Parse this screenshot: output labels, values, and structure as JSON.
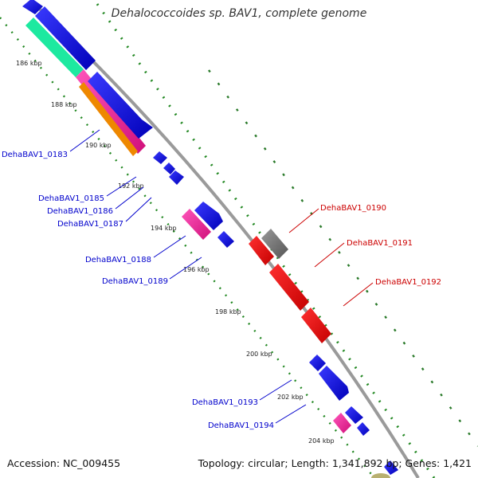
{
  "header": {
    "title": "Dehalococcoides sp. BAV1, complete genome"
  },
  "footer": {
    "accession": "Accession: NC_009455",
    "summary": "Topology: circular; Length: 1,341,892 bp; Genes: 1,421"
  },
  "colors": {
    "backbone": "#9a9a9a",
    "forward_gene": "#0000ee",
    "reverse_gene": "#ee0000",
    "neutral_gene": "#777777",
    "rna_teal": "#1de9a0",
    "rna_pink": "#ee1188",
    "rna_orange": "#ee8800",
    "gc_skew_dots": "#228822",
    "forward_label": "#0000cc",
    "reverse_label": "#cc0000",
    "tick_label": "#222222"
  },
  "scale": {
    "unit": "kbp",
    "ticks": [
      "186 kbp",
      "188 kbp",
      "190 kbp",
      "192 kbp",
      "194 kbp",
      "196 kbp",
      "198 kbp",
      "200 kbp",
      "202 kbp",
      "204 kbp"
    ]
  },
  "gene_labels": {
    "forward": [
      "DehaBAV1_0183",
      "DehaBAV1_0185",
      "DehaBAV1_0186",
      "DehaBAV1_0187",
      "DehaBAV1_0188",
      "DehaBAV1_0189",
      "DehaBAV1_0193",
      "DehaBAV1_0194"
    ],
    "reverse": [
      "DehaBAV1_0190",
      "DehaBAV1_0191",
      "DehaBAV1_0192"
    ]
  }
}
